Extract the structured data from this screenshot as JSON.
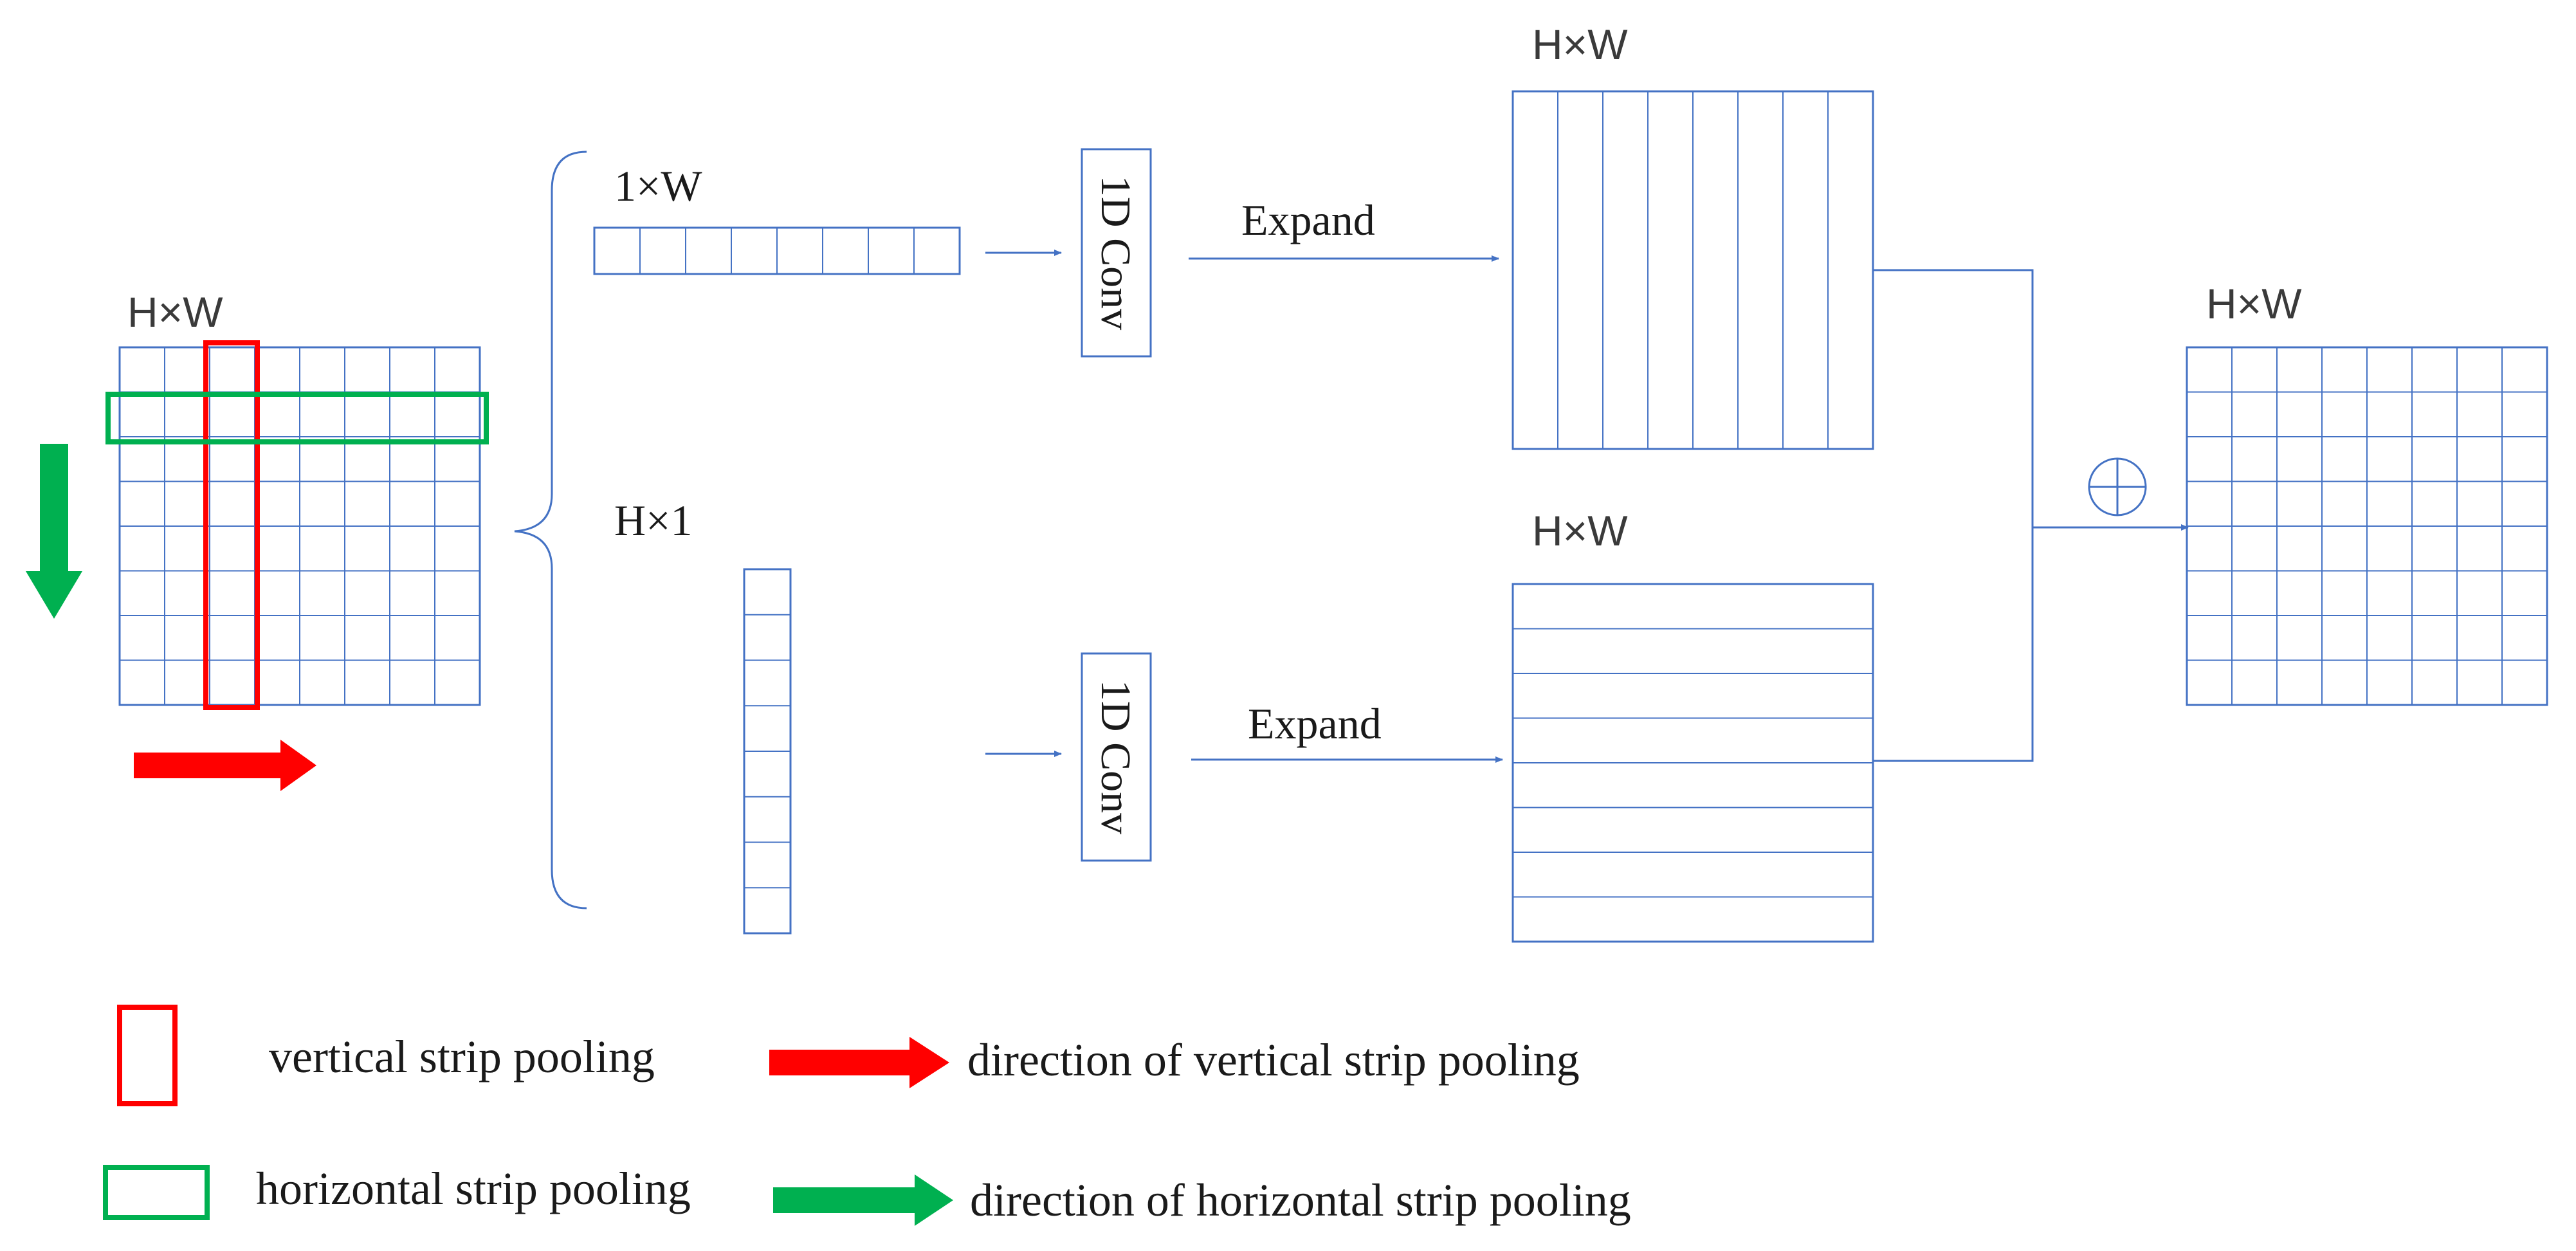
{
  "input": {
    "label": "H×W",
    "rows": 8,
    "cols": 8
  },
  "top_branch": {
    "vector_label": "1×W",
    "vector_cells": 8,
    "conv_label": "1D Conv",
    "expand_label": "Expand",
    "output_label": "H×W",
    "output_columns": 8
  },
  "bottom_branch": {
    "vector_label": "H×1",
    "vector_cells": 8,
    "conv_label": "1D Conv",
    "expand_label": "Expand",
    "output_label": "H×W",
    "output_rows": 8
  },
  "fusion": {
    "symbol": "⊕"
  },
  "output": {
    "label": "H×W",
    "rows": 8,
    "cols": 8
  },
  "legend": {
    "vertical_box": "vertical strip pooling",
    "vertical_arrow": "direction of vertical strip pooling",
    "horizontal_box": "horizontal strip pooling",
    "horizontal_arrow": "direction of horizontal strip pooling"
  },
  "colors": {
    "line": "#4472c4",
    "vertical": "#ff0000",
    "horizontal": "#00b050"
  }
}
